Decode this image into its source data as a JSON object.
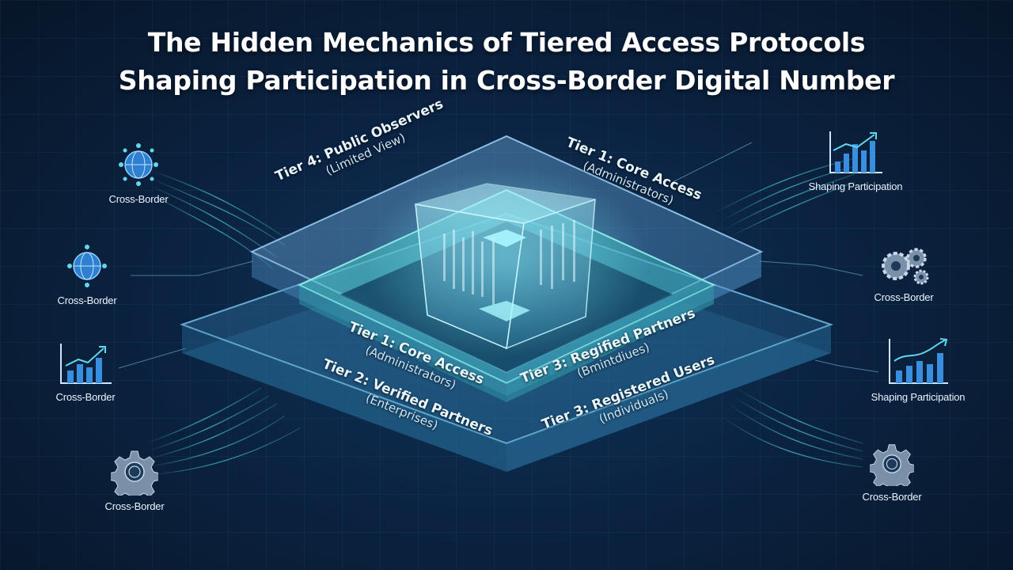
{
  "title": {
    "line1": "The Hidden Mechanics of Tiered Access Protocols",
    "line2": "Shaping Participation in Cross-Border Digital Number"
  },
  "tiers": {
    "top_left": {
      "title": "Tier 4: Public Observers",
      "sub": "(Limited View)"
    },
    "top_right": {
      "title": "Tier 1: Core Access",
      "sub": "(Administrators)"
    },
    "inner_left": {
      "title": "Tier 1: Core Access",
      "sub": "(Administrators)"
    },
    "inner_right": {
      "title": "Tier 3: Regified Partners",
      "sub": "(Bmintdiues)"
    },
    "outer_left": {
      "title": "Tier 2: Verified Partners",
      "sub": "(Enterprises)"
    },
    "outer_right": {
      "title": "Tier 3: Registered Users",
      "sub": "(Individuals)"
    }
  },
  "side_items": {
    "left": [
      {
        "label": "Cross-Border",
        "icon": "globe-network-icon"
      },
      {
        "label": "Cross-Border",
        "icon": "globe-network-icon"
      },
      {
        "label": "Cross-Border",
        "icon": "growth-chart-icon"
      },
      {
        "label": "Cross-Border",
        "icon": "gear-icon"
      }
    ],
    "right": [
      {
        "label": "Shaping Participation",
        "icon": "growth-chart-icon"
      },
      {
        "label": "Cross-Border",
        "icon": "gears-icon"
      },
      {
        "label": "Shaping Participation",
        "icon": "growth-chart-icon"
      },
      {
        "label": "Cross-Border",
        "icon": "gear-icon"
      }
    ]
  },
  "colors": {
    "accent": "#4fd6e0",
    "panel": "#5aa8d8",
    "background": "#0b2342"
  }
}
